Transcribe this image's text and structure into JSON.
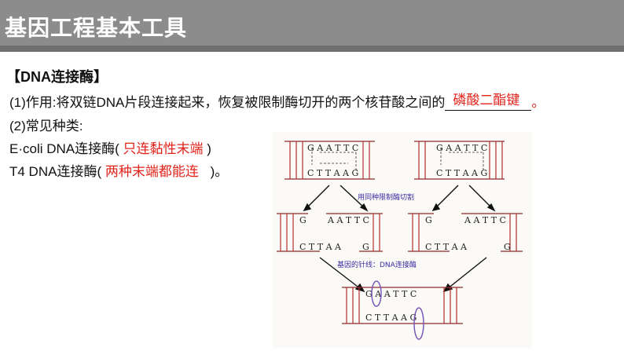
{
  "header": {
    "title": "基因工程基本工具"
  },
  "section": {
    "title": "【DNA连接酶】"
  },
  "items": {
    "line1_prefix": "(1)作用:将双链DNA片段连接起来，恢复被限制酶切开的两个核苷酸之间的",
    "line1_answer": "磷酸二酯键",
    "line1_suffix": "。",
    "line2": "(2)常见种类:",
    "line3_prefix": "E·coli DNA连接酶(",
    "line3_answer": "只连黏性末端",
    "line3_suffix": ")",
    "line4_prefix": "T4 DNA连接酶(",
    "line4_answer": "两种末端都能连",
    "line4_suffix": ")。"
  },
  "diagram": {
    "caption_cut": "用同种限制酶切割",
    "caption_ligase": "基因的针线：DNA连接酶",
    "top_strand": [
      "G",
      "A",
      "A",
      "T",
      "T",
      "C"
    ],
    "bottom_strand": [
      "C",
      "T",
      "T",
      "A",
      "A",
      "G"
    ]
  },
  "colors": {
    "answer": "#e0231b",
    "header_bg": "#8c8c8c",
    "strand_line": "#8a2a2a",
    "ligase_mark": "#7a5ab8"
  }
}
